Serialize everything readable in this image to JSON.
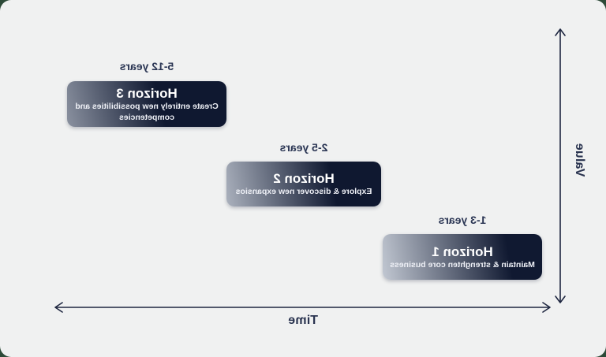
{
  "diagram": {
    "type": "three-horizons-roadmap",
    "presentation_note": "rendered horizontally mirrored",
    "axes": {
      "y_label": "Value",
      "x_label": "Time"
    },
    "horizons": [
      {
        "years": "5-12 years",
        "title": "Horizon 3",
        "subtitle": "Create entirely new possibilities and competencies"
      },
      {
        "years": "2-5 years",
        "title": "Horizon 2",
        "subtitle": "Explore & discover new expansios"
      },
      {
        "years": "1-3 years",
        "title": "Horizon 1",
        "subtitle": "Maintain & strenghten core business"
      }
    ],
    "colors": {
      "canvas_bg": "#f0f1f1",
      "outer_corner_bg": "#2d4a38",
      "card_gradient_dark": "#0f1830",
      "card_gradient_light": "#c6ccd6",
      "text_dark": "#2b3654",
      "card_text": "#ffffff",
      "axis_stroke": "#1e2640"
    }
  }
}
